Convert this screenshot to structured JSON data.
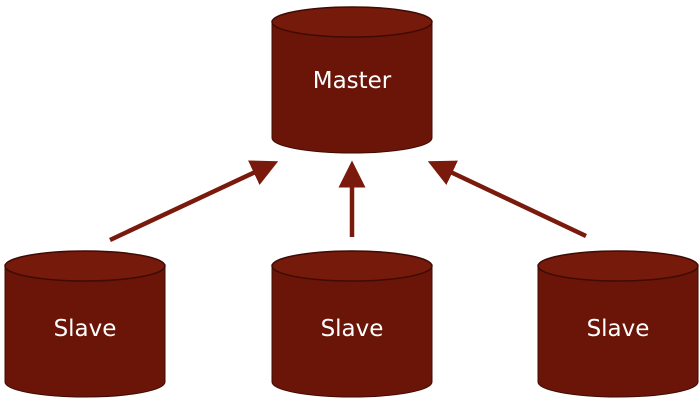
{
  "colors": {
    "cylinder_fill": "#6b1508",
    "cylinder_top": "#7a1a0c",
    "cylinder_stroke": "#3f0b04",
    "arrow": "#7a1a0c",
    "label": "#ffffff"
  },
  "nodes": {
    "master": {
      "label": "Master"
    },
    "slave_left": {
      "label": "Slave"
    },
    "slave_center": {
      "label": "Slave"
    },
    "slave_right": {
      "label": "Slave"
    }
  }
}
